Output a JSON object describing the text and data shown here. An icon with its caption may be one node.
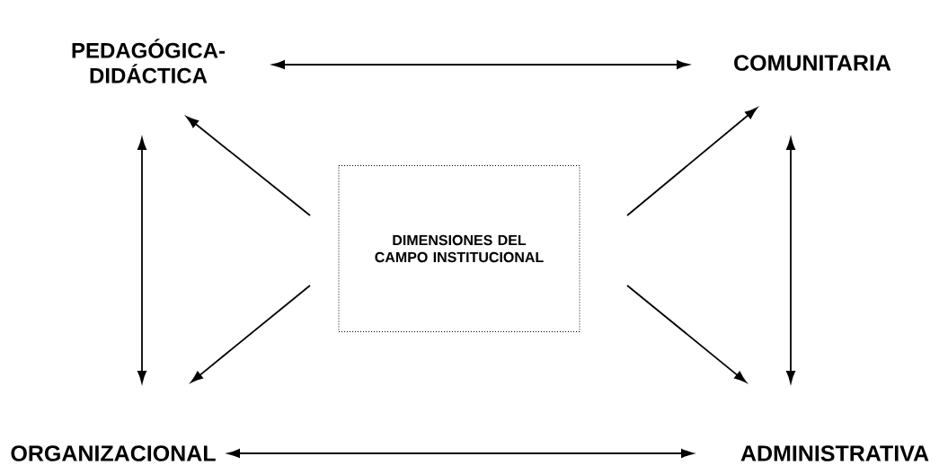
{
  "diagram": {
    "nodes": [
      {
        "text": [
          "PEDAGÓGICA- DIDÁCTICA"
        ]
      },
      {
        "text": [
          "COMUNITARIA"
        ]
      },
      {
        "text": [
          "DIMENSIONES DEL CAMPO INSTITUCIONAL"
        ]
      },
      {
        "text": [
          "ORGANIZACIONAL"
        ]
      },
      {
        "text": [
          "ADMINISTRATIVA"
        ]
      }
    ],
    "edges": [
      {
        "from": 0,
        "to": 1,
        "arrow": "both"
      },
      {
        "from": 2,
        "to": 0,
        "arrow": "to"
      },
      {
        "from": 2,
        "to": 1,
        "arrow": "to"
      },
      {
        "from": 0,
        "to": 3,
        "arrow": "both"
      },
      {
        "from": 1,
        "to": 4,
        "arrow": "both"
      },
      {
        "from": 2,
        "to": 3,
        "arrow": "to"
      },
      {
        "from": 2,
        "to": 4,
        "arrow": "to"
      },
      {
        "from": 3,
        "to": 4,
        "arrow": "both"
      }
    ]
  }
}
